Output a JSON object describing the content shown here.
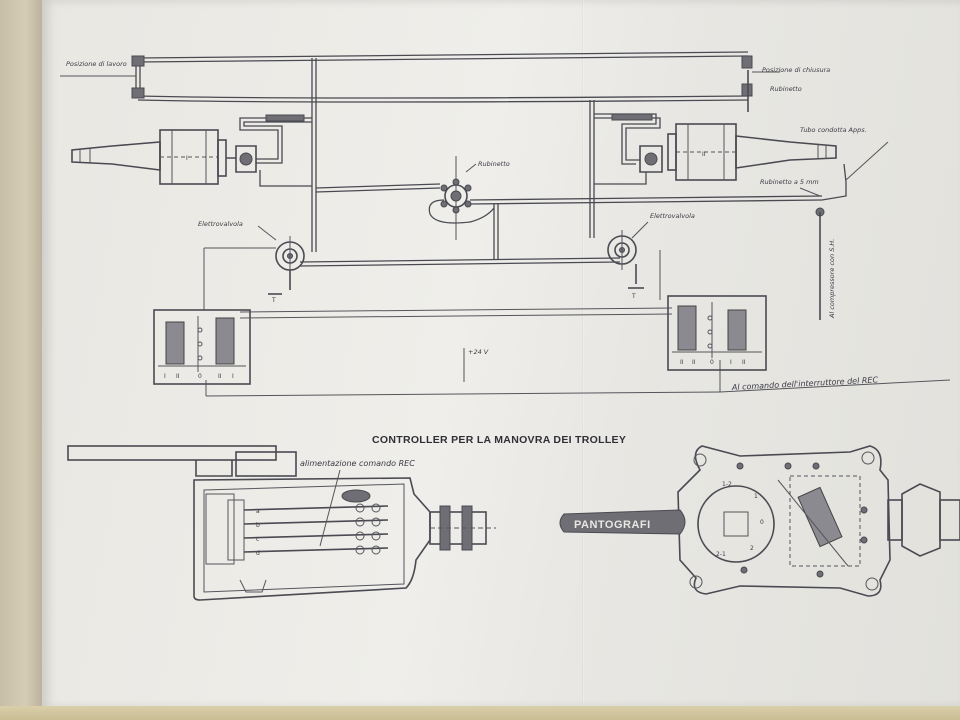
{
  "section_title": "CONTROLLER PER LA MANOVRA DEI TROLLEY",
  "labels": {
    "left_top": "Posizione di lavoro",
    "right_top": "Posizione di chiusura",
    "rubinetto_top_right": "Rubinetto",
    "rubinetto_center": "Rubinetto",
    "elettrovalvola_left": "Elettrovalvola",
    "elettrovalvola_right": "Elettrovalvola",
    "tubo_condotta": "Tubo condotta Apps.",
    "rubinetto_5mm": "Rubinetto a 5 mm",
    "vertical_note": "Al compressore con S.H.",
    "voltage": "+24 V",
    "al_comando": "Al comando dell'interruttore del REC",
    "alimentazione": "alimentazione comando REC",
    "plate": "PANTOGRAFI",
    "pos_12": "1-2",
    "pos_21": "2-1",
    "pos_1": "1",
    "pos_0": "0",
    "pos_2": "2",
    "cyl_left_mark": "I",
    "cyl_right_mark": "II",
    "ground_left": "T",
    "ground_right": "T",
    "contacts": [
      "a",
      "b",
      "c",
      "d"
    ],
    "box_left_terms": [
      "I",
      "II",
      "0",
      "II",
      "I"
    ],
    "box_right_terms": [
      "II",
      "II",
      "0",
      "I",
      "II"
    ]
  }
}
